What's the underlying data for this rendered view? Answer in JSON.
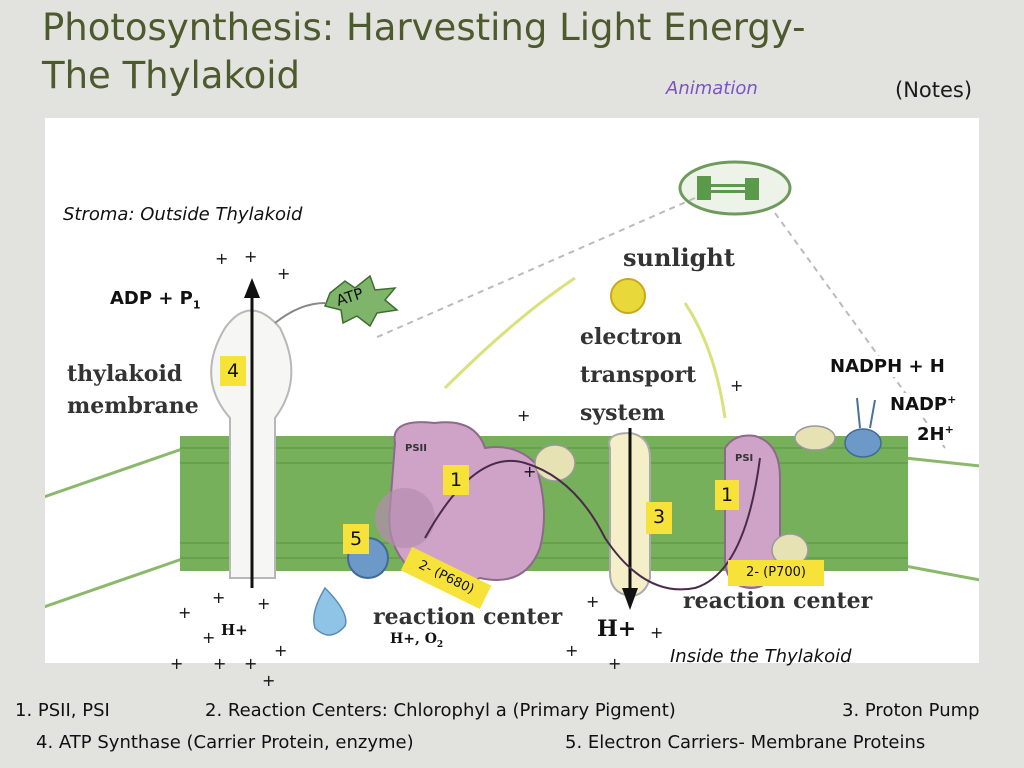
{
  "slide": {
    "title_line1": "Photosynthesis: Harvesting Light Energy-",
    "title_line2": "The Thylakoid",
    "animation_link": "Animation",
    "notes_link": "(Notes)"
  },
  "diagram": {
    "stroma_label": "Stroma: Outside Thylakoid",
    "inside_label": "Inside the Thylakoid",
    "adp_label": "ADP + P",
    "adp_sub": "1",
    "atp_label": "ATP",
    "sunlight_label": "sunlight",
    "ets_line1": "electron",
    "ets_line2": "transport",
    "ets_line3": "system",
    "membrane_line1": "thylakoid",
    "membrane_line2": "membrane",
    "nadph_label": "NADPH + H",
    "nadp_label": "NADP",
    "h2_label": "2H",
    "psii_label": "PSII",
    "psi_label": "PSI",
    "reaction_center_1": "reaction center",
    "reaction_center_2": "reaction center",
    "hplus_small": "H+",
    "water_products": "H+, O",
    "water_sub": "2",
    "hplus_large": "H+",
    "plus_sign": "+",
    "box_4": "4",
    "box_1a": "1",
    "box_1b": "1",
    "box_3": "3",
    "box_5": "5",
    "p680": "2- (P680)",
    "p700": "2- (P700)"
  },
  "legend": {
    "item1": "1.    PSII, PSI",
    "item2": "2.  Reaction Centers: Chlorophyl  a (Primary Pigment)",
    "item3": "3. Proton Pump",
    "item4": "4.  ATP Synthase (Carrier Protein, enzyme)",
    "item5": "5.  Electron Carriers- Membrane Proteins"
  },
  "colors": {
    "title": "#4d5a2e",
    "membrane_green": "#77b05a",
    "photosystem_purple": "#cfa3c8",
    "highlight_yellow": "#f7e23a",
    "link_purple": "#7b54c4"
  }
}
